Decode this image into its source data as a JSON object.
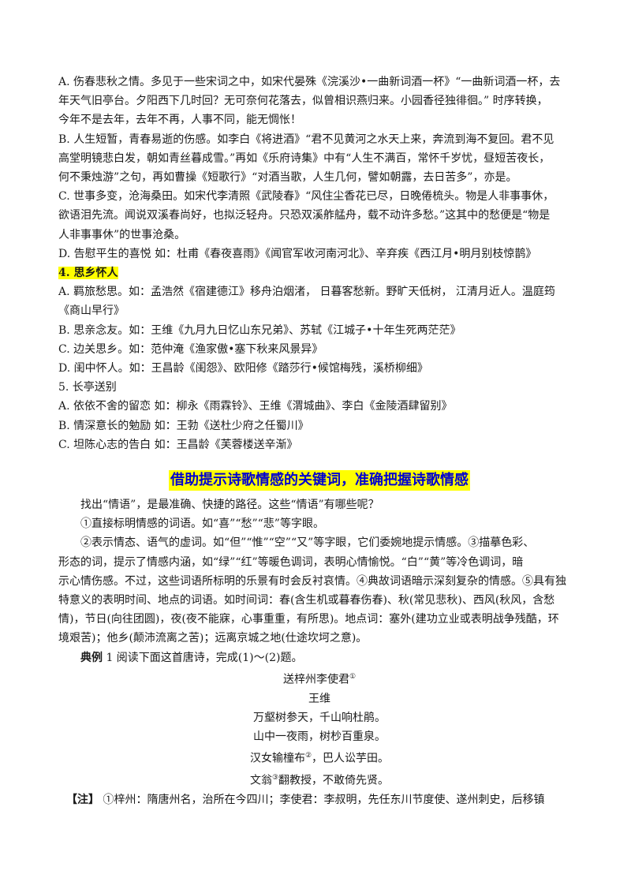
{
  "sec_a": [
    "A. 伤春悲秋之情。多见于一些宋词之中，如宋代晏殊《浣溪沙•一曲新词酒一杯》“一曲新词酒一杯，去",
    "年天气旧亭台。夕阳西下几时回？无可奈何花落去，似曾相识燕归来。小园香径独徘徊。” 时序转换，",
    "今年不是去年，去年不再，人事不同，能无惆怅！",
    "B. 人生短暂，青春易逝的伤感。如李白《将进酒》“君不见黄河之水天上来，奔流到海不复回。君不见",
    "高堂明镜悲白发，朝如青丝暮成雪。”再如《乐府诗集》中有“人生不满百，常怀千岁忧，昼短苦夜长，",
    "何不秉烛游”之句，再如曹操《短歌行》“对酒当歌，人生几何，譬如朝露，去日苦多”，亦是。",
    "C. 世事多变，沧海桑田。如宋代李清照《武陵春》“风住尘香花已尽，日晚倦梳头。物是人非事事休，",
    "欲语泪先流。闻说双溪春尚好，也拟泛轻舟。只恐双溪舴艋舟，载不动许多愁。”这其中的愁便是“物是",
    "人非事事休”的世事沧桑。",
    "D. 告慰平生的喜悦 如：杜甫《春夜喜雨》《闻官军收河南河北》、辛弃疾《西江月•明月别枝惊鹊》"
  ],
  "heading4": "4. 思乡怀人",
  "sec_b": [
    "A. 羁旅愁思。如：孟浩然《宿建德江》移舟泊烟渚， 日暮客愁新。野旷天低树， 江清月近人。温庭筠",
    "《商山早行》",
    "B. 思亲念友。如：王维《九月九日忆山东兄弟》、苏轼《江城子•十年生死两茫茫》",
    "C. 边关思乡。如：范仲淹《渔家傲•塞下秋来风景异》",
    "D. 闺中怀人。如：王昌龄《闺怨》、欧阳修《踏莎行•候馆梅残，溪桥柳细》",
    "5. 长亭送别",
    "A. 依依不舍的留恋 如：柳永《雨霖铃》、王维《渭城曲》、李白《金陵酒肆留别》",
    "B. 情深意长的勉励 如：王勃《送杜少府之任蜀川》",
    "C. 坦陈心志的告白 如：王昌龄《芙蓉楼送辛渐》"
  ],
  "title": "借助提示诗歌情感的关键词，准确把握诗歌情感",
  "sec_c_first": "找出“情语”，是最准确、快捷的路径。这些“情语”有哪些呢？",
  "sec_c_item1": "①直接标明情感的词语。如“喜”“愁”“悲”等字眼。",
  "sec_c_item2_first": "②表示情态、语气的虚词。如“但”“惟”“空”“又”等字眼，它们委婉地提示情感。③描摹色彩、",
  "sec_c_rest": [
    "形态的词，提示了情感内涵，如“绿”“红”等暖色调词，表明心情愉悦。“白”“黄”等冷色调词，暗",
    "示心情伤感。不过，这些词语所标明的乐景有时会反衬哀情。④典故词语暗示深刻复杂的情感。⑤具有独",
    "特意义的表明时间、地点的词语。如时间词：春(含生机或暮春伤春)、秋(常见悲秋)、西风(秋风，含愁",
    "情)，节日(向往团圆)，夜(夜不能寐，心事重重，有所思)。地点词：塞外(建功立业或表明战争残酷，环",
    "境艰苦)；他乡(颠沛流离之苦)；远离京城之地(仕途坎坷之意)。"
  ],
  "example": {
    "label": "典例",
    "text": " 1 阅读下面这首唐诗，完成(1)～(2)题。"
  },
  "poem": {
    "title": "送梓州李使君",
    "title_note": "①",
    "author": "王维",
    "lines": [
      {
        "text": "万壑树参天，千山响杜鹃。",
        "note": ""
      },
      {
        "text": "山中一夜雨，树杪百重泉。",
        "note": ""
      }
    ],
    "line3_a": "汉女输橦布",
    "line3_note": "②",
    "line3_b": "，巴人讼芋田。",
    "line4_a": "文翁",
    "line4_note": "③",
    "line4_b": "翻教授，不敢倚先贤。"
  },
  "notes": {
    "label": "【注】",
    "text": " ①梓州：隋唐州名，治所在今四川；李使君：李叔明，先任东川节度使、遂州刺史，后移镇"
  }
}
